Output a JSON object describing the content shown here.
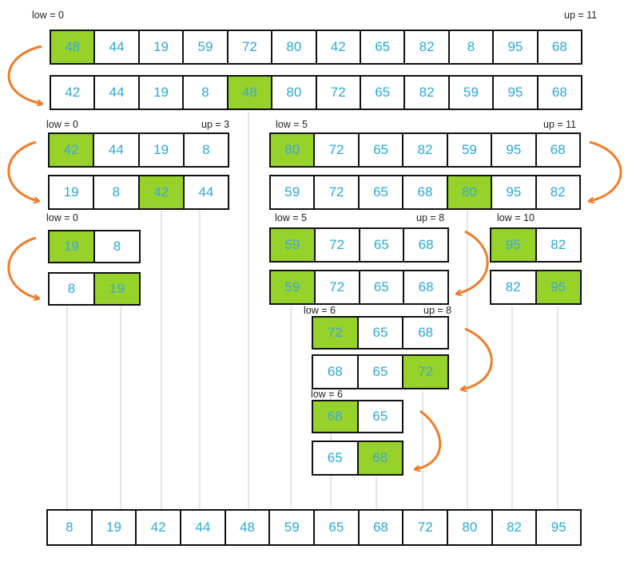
{
  "colors": {
    "pivot": "#96d22a",
    "number": "#2aa9d6",
    "arrow": "#ef7d28",
    "guide": "#c8c8d4",
    "border": "#111111"
  },
  "labels": {
    "l0": "low = 0",
    "u0": "up = 11",
    "l1": "low = 0",
    "u1": "up = 3",
    "l2": "low = 5",
    "u2": "up = 11",
    "l3": "low = 0",
    "l4": "low = 5",
    "u4": "up = 8",
    "l5": "low = 10",
    "l6": "low = 6",
    "u6": "up = 8",
    "l7": "low = 6"
  },
  "rows": {
    "r1": {
      "values": [
        "48",
        "44",
        "19",
        "59",
        "72",
        "80",
        "42",
        "65",
        "82",
        "8",
        "95",
        "68"
      ],
      "pivot": 0
    },
    "r2": {
      "values": [
        "42",
        "44",
        "19",
        "8",
        "48",
        "80",
        "72",
        "65",
        "82",
        "59",
        "95",
        "68"
      ],
      "pivot": 4
    },
    "r3a": {
      "values": [
        "42",
        "44",
        "19",
        "8"
      ],
      "pivot": 0
    },
    "r3b": {
      "values": [
        "80",
        "72",
        "65",
        "82",
        "59",
        "95",
        "68"
      ],
      "pivot": 0
    },
    "r4a": {
      "values": [
        "19",
        "8",
        "42",
        "44"
      ],
      "pivot": 2
    },
    "r4b": {
      "values": [
        "59",
        "72",
        "65",
        "68",
        "80",
        "95",
        "82"
      ],
      "pivot": 4
    },
    "r5a": {
      "values": [
        "19",
        "8"
      ],
      "pivot": 0
    },
    "r5b": {
      "values": [
        "59",
        "72",
        "65",
        "68"
      ],
      "pivot": 0
    },
    "r5c": {
      "values": [
        "95",
        "82"
      ],
      "pivot": 0
    },
    "r6a": {
      "values": [
        "8",
        "19"
      ],
      "pivot": 1
    },
    "r6b": {
      "values": [
        "59",
        "72",
        "65",
        "68"
      ],
      "pivot": 0
    },
    "r6c": {
      "values": [
        "82",
        "95"
      ],
      "pivot": 1
    },
    "r7": {
      "values": [
        "72",
        "65",
        "68"
      ],
      "pivot": 0
    },
    "r8": {
      "values": [
        "68",
        "65",
        "72"
      ],
      "pivot": 2
    },
    "r9": {
      "values": [
        "68",
        "65"
      ],
      "pivot": 0
    },
    "r10": {
      "values": [
        "65",
        "68"
      ],
      "pivot": 1
    },
    "final": {
      "values": [
        "8",
        "19",
        "42",
        "44",
        "48",
        "59",
        "65",
        "68",
        "72",
        "80",
        "82",
        "95"
      ],
      "pivot": -1
    }
  }
}
